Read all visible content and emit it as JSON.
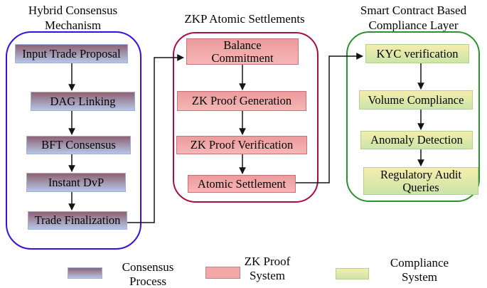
{
  "figure": {
    "columns": [
      {
        "title": "Hybrid Consensus Mechanism",
        "boxes": [
          "Input Trade Proposal",
          "DAG Linking",
          "BFT Consensus",
          "Instant DvP",
          "Trade Finalization"
        ]
      },
      {
        "title": "ZKP Atomic Settlements",
        "boxes": [
          "Balance Commitment",
          "ZK Proof Generation",
          "ZK Proof Verification",
          "Atomic Settlement"
        ]
      },
      {
        "title": "Smart Contract Based Compliance Layer",
        "boxes": [
          "KYC verification",
          "Volume Compliance",
          "Anomaly Detection",
          "Regulatory Audit Queries"
        ]
      }
    ],
    "connections": [
      {
        "from": "Trade Finalization",
        "to": "Balance Commitment"
      },
      {
        "from": "Atomic Settlement",
        "to": "KYC verification"
      }
    ],
    "legend": [
      {
        "label": "Consensus Process",
        "swatch": "consensus-gradient"
      },
      {
        "label": "ZK Proof System",
        "swatch": "zk-pink"
      },
      {
        "label": "Compliance System",
        "swatch": "compliance-gradient"
      }
    ],
    "colors": {
      "consensus_container_border": "#3a0ee1",
      "consensus_box_gradient_top": "#8d6274",
      "consensus_box_gradient_bottom": "#b6c6e6",
      "zkp_container_border": "#a80d45",
      "zkp_box_fill": "#f3a7a7",
      "zkp_box_border": "#c8737b",
      "compliance_container_border": "#2e9031",
      "compliance_box_gradient_top": "#f4eead",
      "compliance_box_gradient_bottom": "#cce4a8",
      "arrow": "#141414"
    }
  }
}
